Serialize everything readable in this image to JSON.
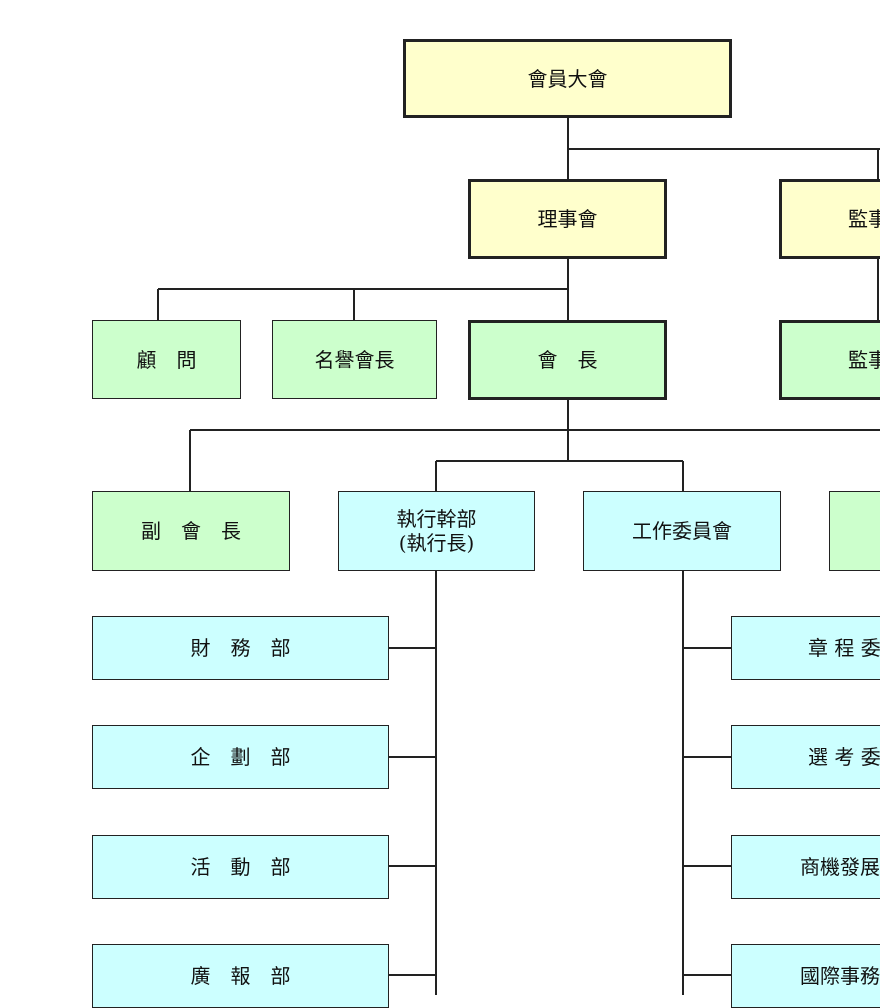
{
  "colors": {
    "yellow": "#ffffcc",
    "green": "#ccffcc",
    "cyan": "#ccffff",
    "line": "#222222"
  },
  "nodes": {
    "general_assembly": "會員大會",
    "board_of_directors": "理事會",
    "board_of_supervisors": "監事",
    "advisor": "顧　問",
    "honorary_president": "名譽會長",
    "president": "會　長",
    "chief_supervisor": "監事",
    "vice_president": "副　會　長",
    "executive_cadre_line1": "執行幹部",
    "executive_cadre_line2": "(執行長)",
    "work_committee": "工作委員會",
    "finance_dept": "財　務　部",
    "planning_dept": "企　劃　部",
    "activity_dept": "活　動　部",
    "publicity_dept": "廣　報　部",
    "charter_committee": "章 程 委",
    "election_committee": "選 考 委",
    "business_committee": "商機發展",
    "international_committee": "國際事務"
  }
}
